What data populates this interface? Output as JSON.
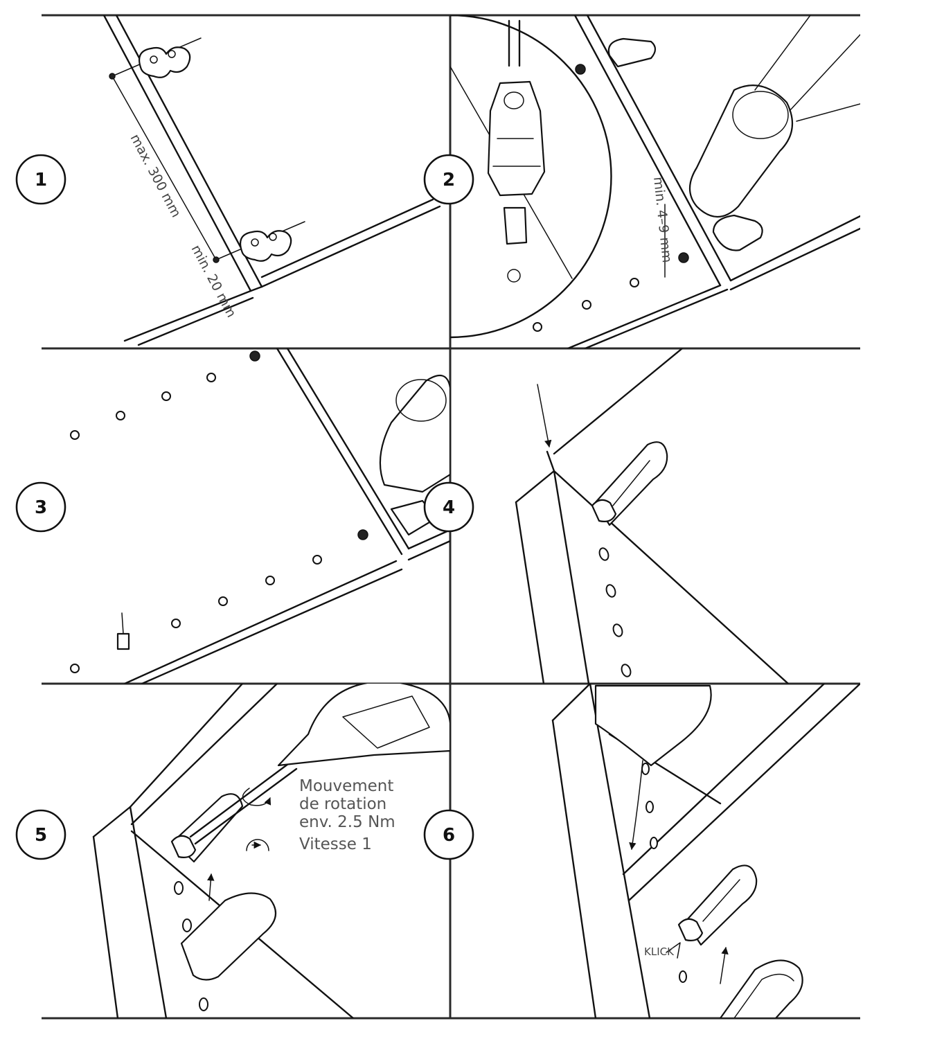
{
  "steps": [
    "1",
    "2",
    "3",
    "4",
    "5",
    "6"
  ],
  "dimensions": {
    "max_spacing": "max. 300 mm",
    "min_edge": "min. 20 mm",
    "min_depth": "min. 4–9 mm"
  },
  "notes": {
    "rotation_line1": "Mouvement",
    "rotation_line2": "de rotation",
    "torque": "env. 2.5 Nm",
    "speed": "Vitesse 1",
    "klick": "KLICK"
  },
  "icons": [
    "mounting-clip-icon",
    "drill-bit-icon",
    "screwdriver-icon",
    "rotation-arrow-icon",
    "speed-dial-icon",
    "press-arrow-icon"
  ]
}
